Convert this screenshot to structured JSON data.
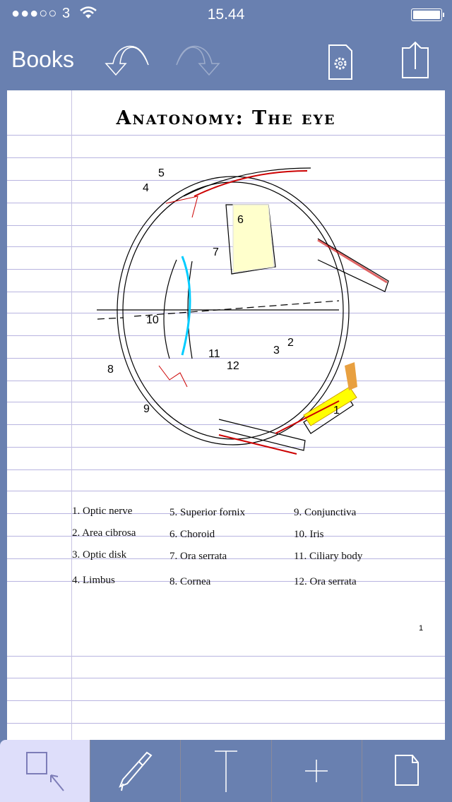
{
  "status_bar": {
    "signal": "●●●○○ 3",
    "time": "15.44"
  },
  "nav": {
    "back_label": "Books"
  },
  "page": {
    "title": "Anatonomy: The eye",
    "diagram_labels": [
      "1",
      "2",
      "3",
      "4",
      "5",
      "6",
      "7",
      "8",
      "9",
      "10",
      "11",
      "12"
    ],
    "legend": [
      [
        "1. Optic nerve",
        "2. Area cibrosa",
        "3. Optic disk",
        "4. Limbus"
      ],
      [
        "5. Superior fornix",
        "6. Choroid",
        "7. Ora serrata",
        "8. Cornea"
      ],
      [
        "9. Conjunctiva",
        "10. Iris",
        "11. Ciliary body",
        "12. Ora serrata"
      ]
    ],
    "page_number": "1"
  },
  "colors": {
    "bar": "#6980b0",
    "selected_tool": "#dedefa",
    "rule": "#b8b4e0"
  }
}
